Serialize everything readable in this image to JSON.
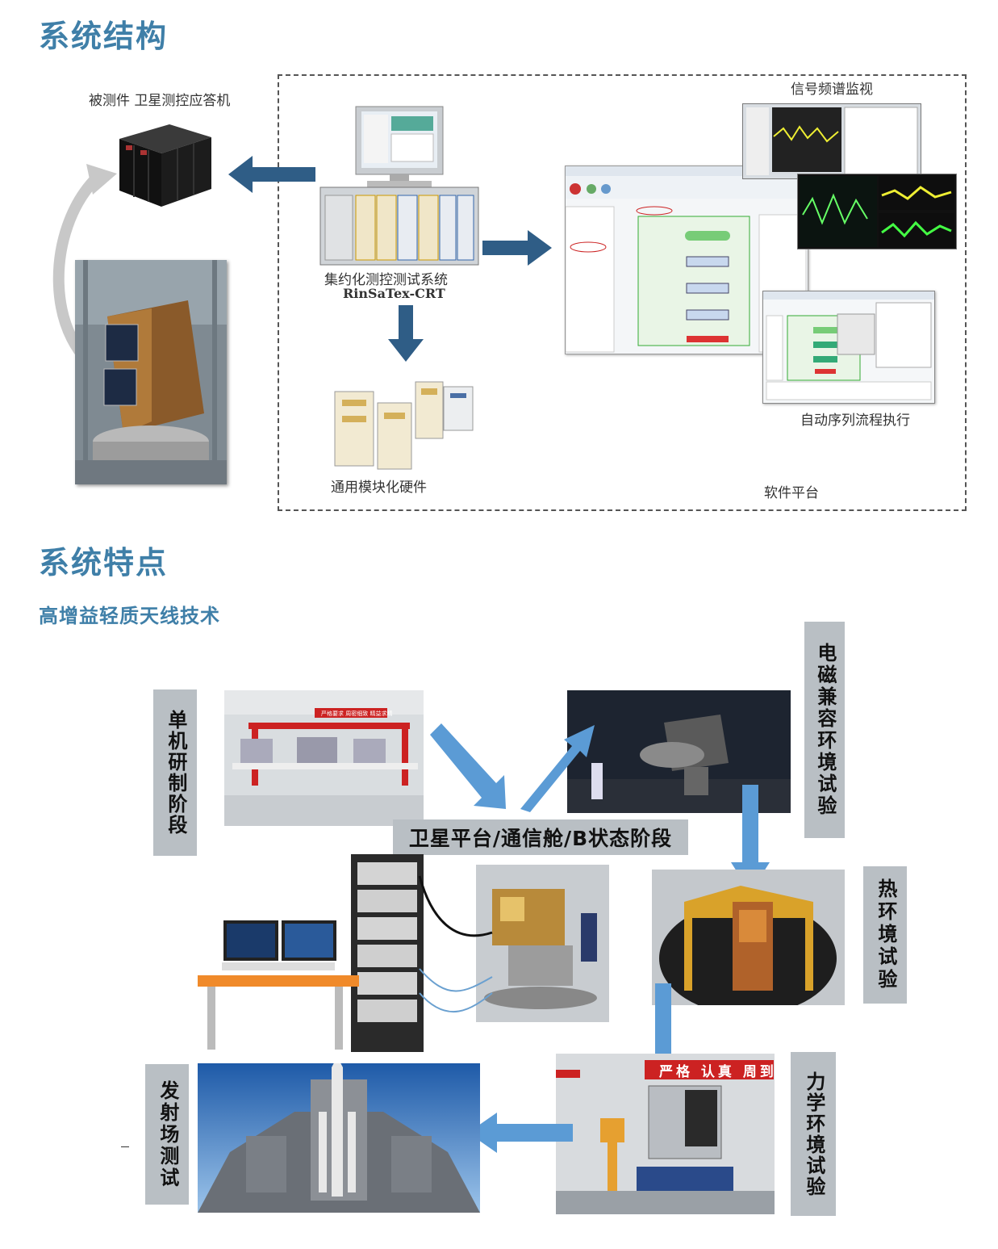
{
  "section1": {
    "title": "系统结构",
    "dut_label": "被测件  卫星测控应答机",
    "system_name": "集约化测控测试系统",
    "system_model": "RinSaTex-CRT",
    "hardware_label": "通用模块化硬件",
    "spectrum_label": "信号频谱监视",
    "sequence_label": "自动序列流程执行",
    "software_label": "软件平台"
  },
  "section2": {
    "title": "系统特点",
    "subtitle": "高增益轻质天线技术",
    "stage_unit": "单机研制阶段",
    "stage_emc": "电磁兼容环境试验",
    "stage_thermal": "热环境试验",
    "stage_mechanical": "力学环境试验",
    "stage_launch": "发射场测试",
    "banner": "卫星平台/通信舱/B状态阶段",
    "lab_banner_text": "严格要求  周密细致  精益求精",
    "vibration_banner_text": "严格  认真  周到"
  },
  "colors": {
    "heading": "#3f7fa8",
    "arrow_dark": "#2f5d86",
    "arrow_flow": "#5b9bd5",
    "label_bg": "#b9bfc4"
  }
}
